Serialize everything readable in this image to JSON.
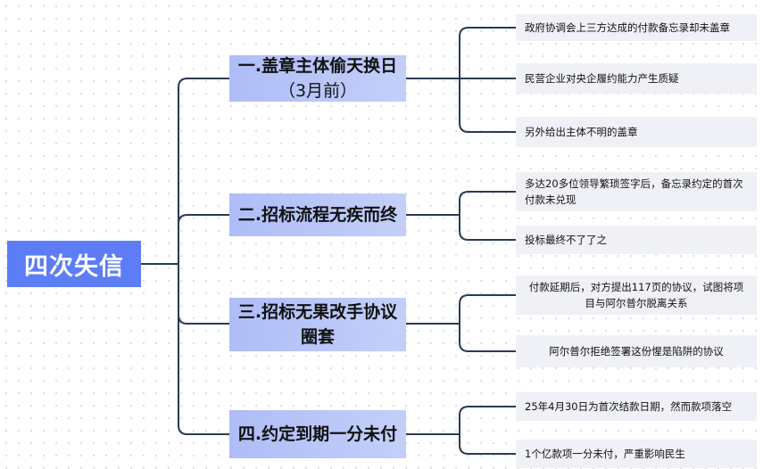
{
  "root": "四次失信",
  "topics": [
    {
      "title": "一.盖章主体偷天换日",
      "subtitle": "（3月前）",
      "children": [
        "政府协调会上三方达成的付款备忘录却未盖章",
        "民营企业对央企履约能力产生质疑",
        "另外给出主体不明的盖章"
      ]
    },
    {
      "title": "二.招标流程无疾而终",
      "children": [
        "多达20多位领导繁琐签字后，备忘录约定的首次付款未兑现",
        "投标最终不了了之"
      ]
    },
    {
      "title": "三.招标无果改手协议",
      "subtitle": "圈套",
      "children": [
        "付款延期后，对方提出117页的协议，试图将项目与阿尔普尔脱离关系",
        "阿尔普尔拒绝签署这份惺是陷阱的协议"
      ]
    },
    {
      "title": "四.约定到期一分未付",
      "children": [
        "25年4月30日为首次结款日期，然而款项落空",
        "1个亿款项一分未付，严重影响民生"
      ]
    }
  ],
  "colors": {
    "root_bg": "#5c7df6",
    "topic_bg": "#b8c6f8",
    "leaf_bg": "#eff1f6",
    "connector": "#2a3a52"
  }
}
